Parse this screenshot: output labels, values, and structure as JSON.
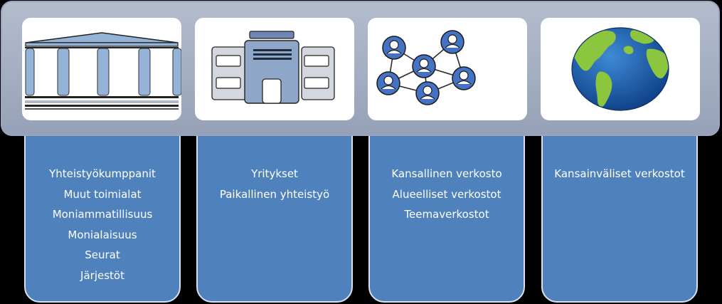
{
  "columns": [
    {
      "icon": "temple-icon",
      "items": [
        "Yhteistyökumppanit",
        "Muut toimialat",
        "Moniammatillisuus",
        "Monialaisuus",
        "Seurat",
        "Järjestöt"
      ]
    },
    {
      "icon": "building-icon",
      "items": [
        "Yritykset",
        "Paikallinen yhteistyö"
      ]
    },
    {
      "icon": "network-icon",
      "items": [
        "Kansallinen verkosto",
        "Alueelliset verkostot",
        "Teemaverkostot"
      ]
    },
    {
      "icon": "globe-icon",
      "items": [
        "Kansainväliset verkostot"
      ]
    }
  ],
  "colors": {
    "column_fill": "#4f81bd",
    "band": "#a9b3c7",
    "icon_blue": "#4472c4",
    "globe_ocean": "#1f5fa8",
    "globe_land": "#8cc63f"
  }
}
